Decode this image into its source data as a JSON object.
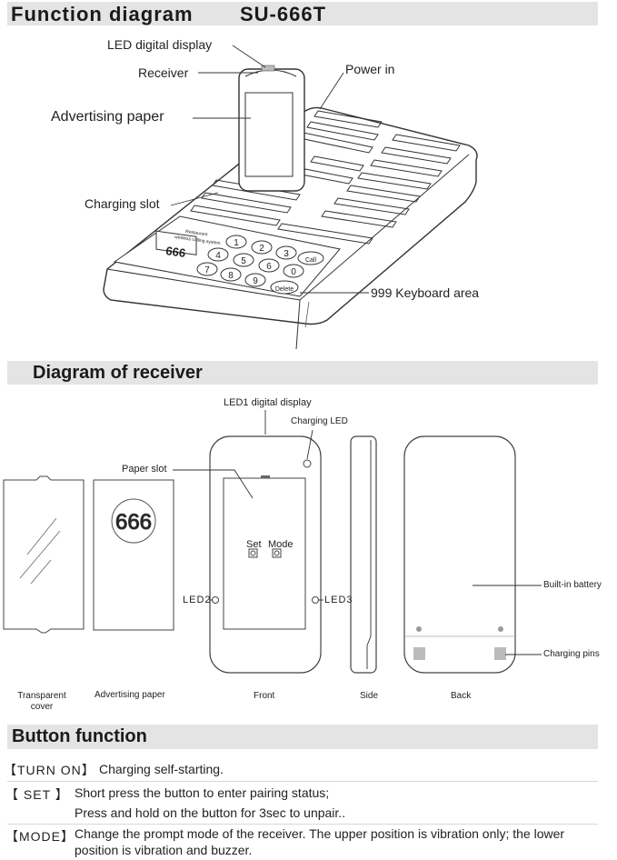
{
  "sections": {
    "function_title": "Function diagram",
    "model": "SU-666T",
    "receiver_title": "Diagram of receiver",
    "button_title": "Button function"
  },
  "labels": {
    "led_digital_display": "LED digital display",
    "receiver": "Receiver",
    "power_in": "Power in",
    "advertising_paper": "Advertising paper",
    "charging_slot": "Charging slot",
    "keyboard_area": "999 Keyboard area",
    "led1": "LED1 digital display",
    "charging_led": "Charging LED",
    "paper_slot": "Paper slot",
    "set": "Set",
    "mode": "Mode",
    "led2": "LED2",
    "led3": "LED3",
    "builtin_battery": "Built-in battery",
    "charging_pins": "Charging pins",
    "transparent_cover": "Transparent\ncover",
    "advertising_paper_small": "Advertising paper",
    "front": "Front",
    "side": "Side",
    "back": "Back"
  },
  "device": {
    "display_digits": "666",
    "paper_digits": "666",
    "brand_line1": "Restaurant",
    "brand_line2": "wireless calling system",
    "keys": [
      "1",
      "2",
      "3",
      "Call",
      "4",
      "5",
      "6",
      "0",
      "7",
      "8",
      "9",
      "Delete"
    ]
  },
  "buttons": [
    {
      "key": "【TURN ON】",
      "lines": [
        "Charging self-starting."
      ]
    },
    {
      "key": "【 SET 】",
      "lines": [
        "Short press the button to enter pairing status;",
        "Press and hold on the button for 3sec to unpair.."
      ]
    },
    {
      "key": "【MODE】",
      "lines": [
        "Change the prompt mode of the receiver. The upper position is vibration only; the lower",
        "position is vibration and buzzer."
      ]
    }
  ]
}
